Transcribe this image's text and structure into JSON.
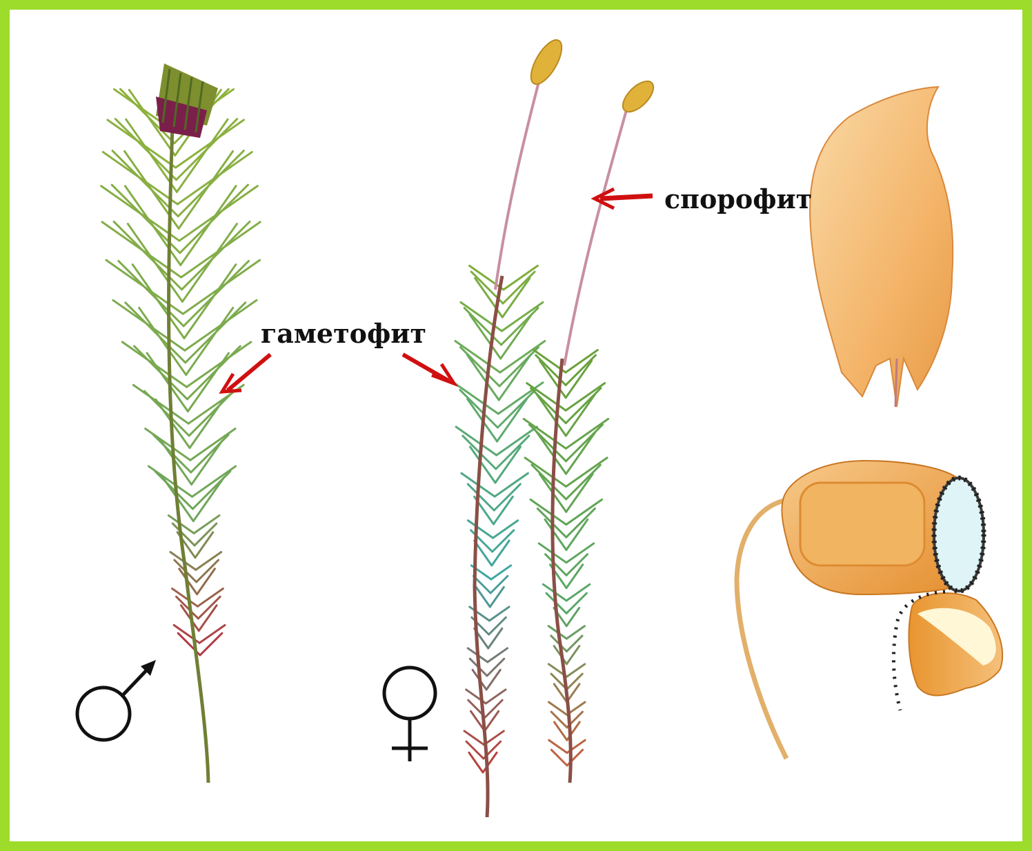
{
  "labels": {
    "gametophyte": "гаметофит",
    "sporophyte": "спорофит"
  },
  "symbols": {
    "male": "male-symbol",
    "female": "female-symbol"
  },
  "colors": {
    "frame": "#9ddc2a",
    "arrow": "#d01010",
    "leaf_green": "#7fae3a",
    "leaf_blue": "#3f9e9a",
    "stem_red": "#b8423c",
    "capsule": "#f0a64a"
  }
}
